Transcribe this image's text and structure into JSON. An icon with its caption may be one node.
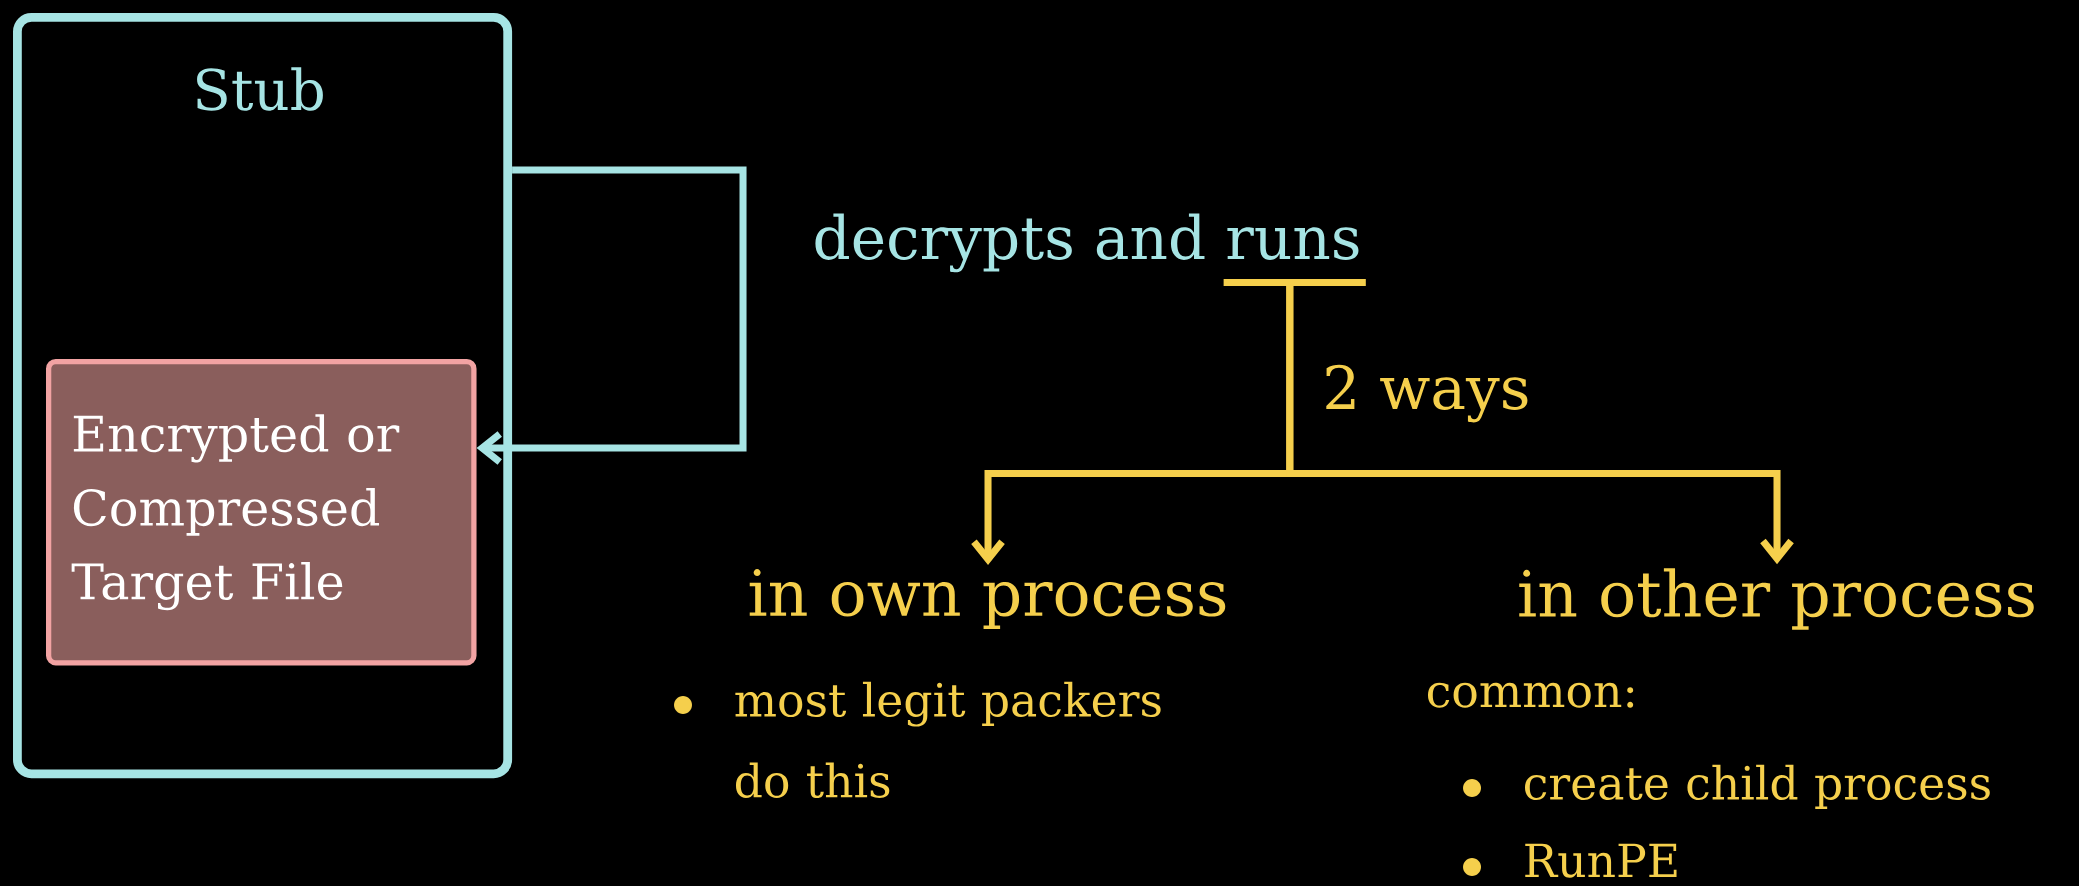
{
  "diagram": {
    "nodes": [
      {
        "text": [
          "Stub"
        ]
      },
      {
        "text": [
          "Encrypted or Compressed Target File"
        ],
        "in": 0
      },
      {
        "text": [
          "decrypts and runs"
        ]
      },
      {
        "text": [
          "in own process"
        ]
      },
      {
        "text": [
          "in other process"
        ]
      }
    ],
    "edges": [
      {
        "from": 0,
        "to": 1,
        "arrow": "to",
        "color": "#a6e4e4"
      },
      {
        "from": 2,
        "to": 3,
        "arrow": "to",
        "label": "2 ways",
        "color": "#f5cf4c"
      },
      {
        "from": 2,
        "to": 4,
        "arrow": "to",
        "color": "#f5cf4c"
      }
    ],
    "labels": [
      "most legit packers do this",
      "common:",
      "create child process",
      "RunPE"
    ]
  }
}
